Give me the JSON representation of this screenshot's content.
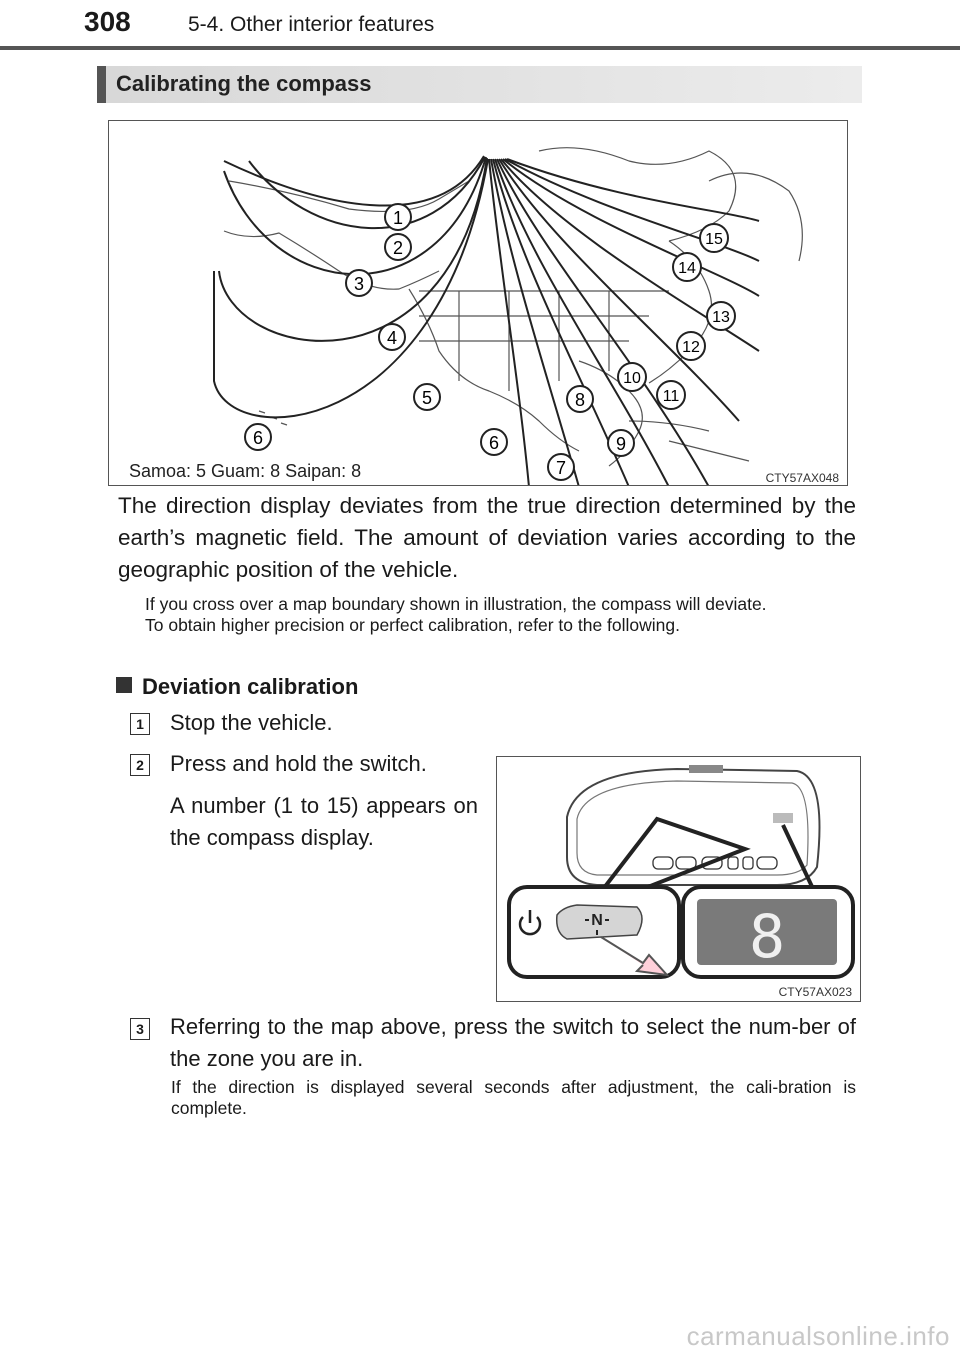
{
  "header": {
    "page_number": "308",
    "section_label": "5-4. Other interior features"
  },
  "section_heading": "Calibrating the compass",
  "map_figure": {
    "zone_labels": [
      "1",
      "2",
      "3",
      "4",
      "5",
      "6",
      "6",
      "7",
      "8",
      "9",
      "10",
      "11",
      "12",
      "13",
      "14",
      "15"
    ],
    "caption": "Samoa: 5   Guam: 8 Saipan: 8",
    "figure_code": "CTY57AX048"
  },
  "body_text": "The direction display deviates from the true direction determined by the earth’s magnetic field. The amount of deviation varies according to the geographic position of the vehicle.",
  "note_lines": [
    "If you cross over a map boundary shown in illustration, the compass will deviate.",
    "To obtain higher precision or perfect calibration, refer to the following."
  ],
  "sub_heading": "Deviation calibration",
  "steps": [
    {
      "number": "1",
      "text": "Stop the vehicle."
    },
    {
      "number": "2",
      "text": "Press and hold the switch.",
      "detail": "A number (1 to 15) appears on the compass display."
    },
    {
      "number": "3",
      "text": "Referring to the map above, press the switch to select the num-ber of the zone you are in."
    }
  ],
  "mirror_figure": {
    "switch_label": "N",
    "display_value": "8",
    "figure_code": "CTY57AX023"
  },
  "final_note": "If the direction is displayed several seconds after adjustment, the cali-bration is complete.",
  "watermark": "carmanualsonline.info"
}
